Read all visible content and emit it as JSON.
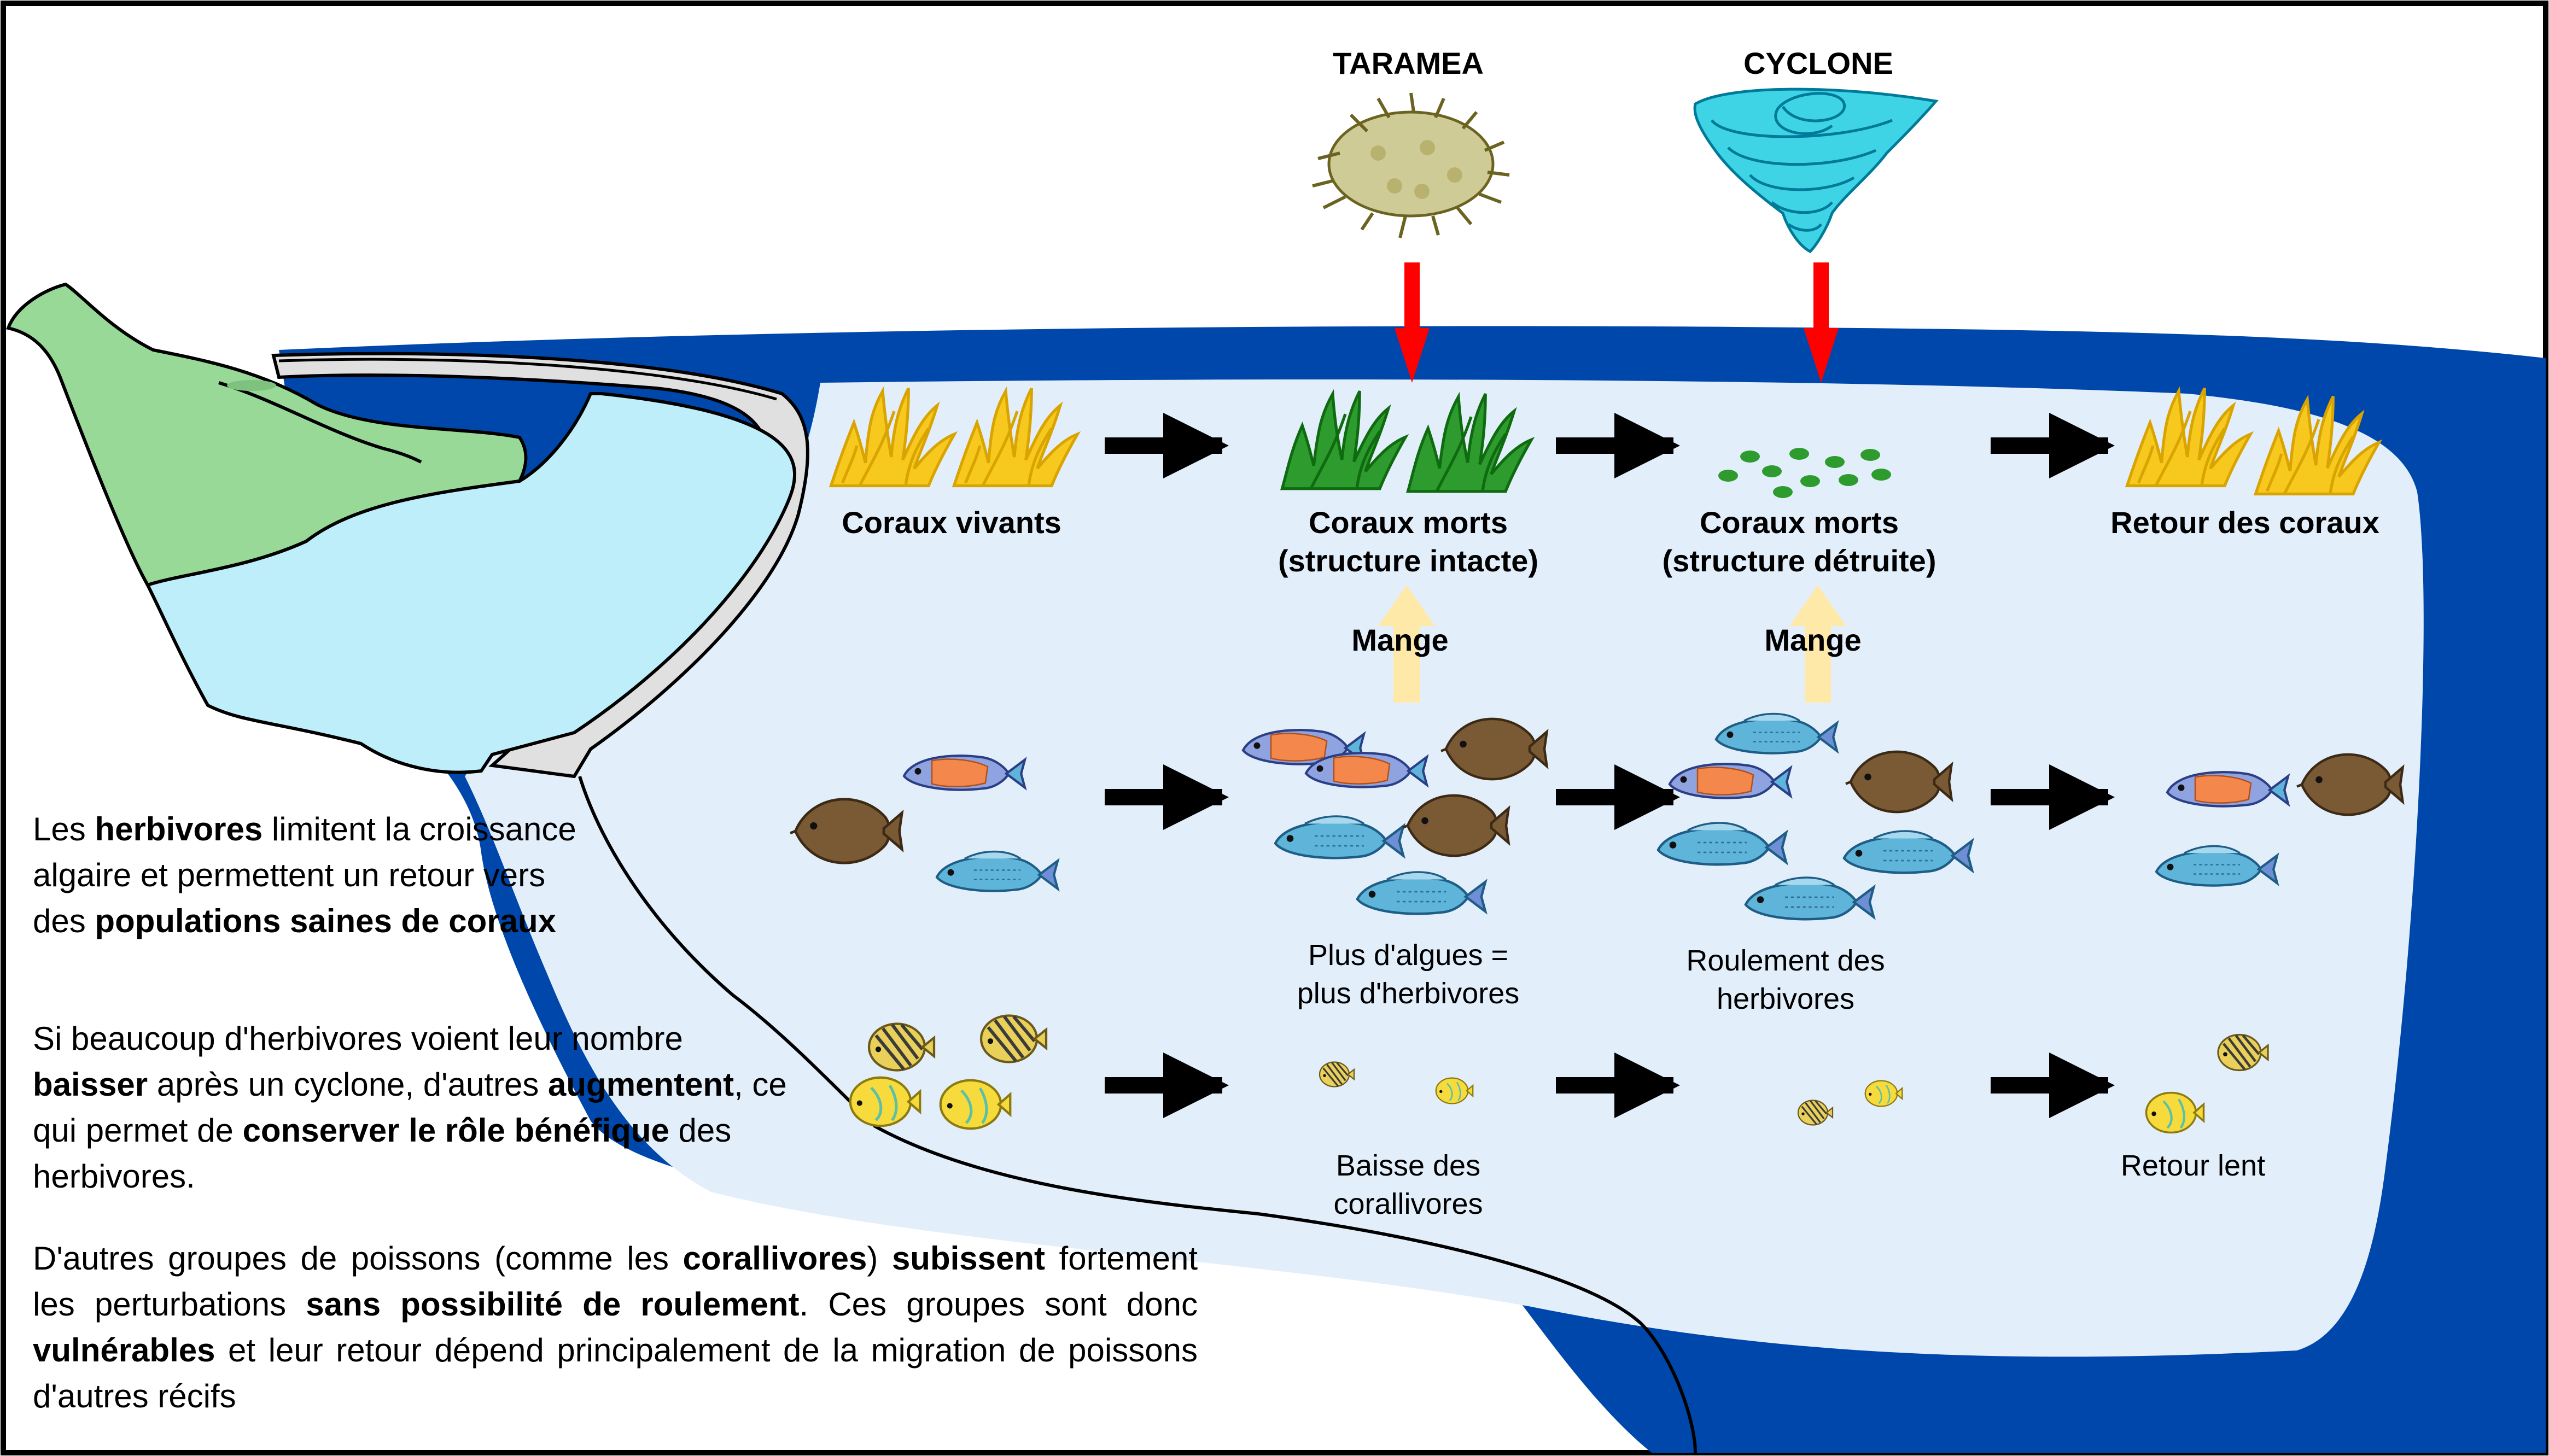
{
  "colors": {
    "ocean_deep": "#0047AB",
    "lagoon_light": "#E3EEFB",
    "island_green": "#98D998",
    "island_water": "#BDEEFA",
    "reef_gray": "#E0E0E0",
    "red_arrow": "#FF0000",
    "black_arrow": "#000000",
    "eat_arrow": "#FFE9A8",
    "live_coral": "#F7C81E",
    "dead_coral": "#2E9B2E",
    "surgeonfish": "#7A5A35",
    "parrotfish": "#5FB5D9"
  },
  "disturbances": {
    "taramea": {
      "label": "TARAMEA",
      "icon": "crown-of-thorns-starfish-icon"
    },
    "cyclone": {
      "label": "CYCLONE",
      "icon": "cyclone-icon"
    }
  },
  "stages": {
    "live": {
      "label": "Coraux vivants"
    },
    "dead_intact": {
      "line1": "Coraux morts",
      "line2": "(structure intacte)"
    },
    "dead_destroyed": {
      "line1": "Coraux morts",
      "line2": "(structure détruite)"
    },
    "return": {
      "label": "Retour des coraux"
    }
  },
  "eats": {
    "left": "Mange",
    "right": "Mange"
  },
  "herbivores": {
    "more_algae": {
      "line1": "Plus d'algues =",
      "line2": "plus d'herbivores"
    },
    "turnover": {
      "line1": "Roulement des",
      "line2": "herbivores"
    }
  },
  "corallivores": {
    "decline": {
      "line1": "Baisse des",
      "line2": "corallivores"
    },
    "slow_return": {
      "label": "Retour lent"
    }
  },
  "paragraphs": {
    "p1": {
      "t1": "Les ",
      "b1": "herbivores",
      "t2": " limitent la croissance algaire et permettent un retour vers des ",
      "b2": "populations saines de coraux"
    },
    "p2": {
      "t1": "Si beaucoup d'herbivores voient leur nombre ",
      "b1": "baisser",
      "t2": " après un cyclone, d'autres ",
      "b2": "augmentent",
      "t3": ", ce qui permet de ",
      "b3": "conserver le rôle bénéfique",
      "t4": " des herbivores."
    },
    "p3": {
      "t1": "D'autres groupes de poissons (comme les ",
      "b1": "corallivores",
      "t2": ") ",
      "b2": "subissent",
      "t3": " fortement les perturbations ",
      "b3": "sans possibilité de roulement",
      "t4": ". Ces groupes sont donc ",
      "b4": "vulnérables",
      "t5": " et leur retour dépend principalement de la migration de poissons d'autres récifs"
    }
  }
}
